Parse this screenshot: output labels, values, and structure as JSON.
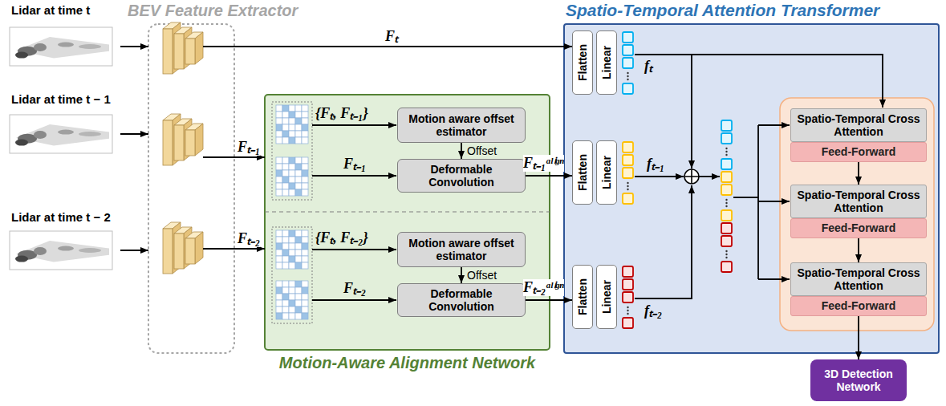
{
  "diagram": {
    "nodes": [
      {
        "text": [
          "Lidar at time t"
        ]
      },
      {
        "text": [
          "Lidar at time t − 1"
        ]
      },
      {
        "text": [
          "Lidar at time t − 2"
        ]
      },
      {
        "text": [
          "BEV Feature Extractor"
        ]
      },
      {
        "text": [
          "Motion-Aware Alignment Network"
        ]
      },
      {
        "text": [
          "Motion aware offset estimator"
        ],
        "in": 4
      },
      {
        "text": [
          "Deformable Convolution"
        ],
        "in": 4
      },
      {
        "text": [
          "Motion aware offset estimator"
        ],
        "in": 4
      },
      {
        "text": [
          "Deformable Convolution"
        ],
        "in": 4
      },
      {
        "text": [
          "Spatio-Temporal Attention Transformer"
        ]
      },
      {
        "text": [
          "Flatten"
        ],
        "in": 9
      },
      {
        "text": [
          "Linear"
        ],
        "in": 9
      },
      {
        "text": [
          "Flatten"
        ],
        "in": 9
      },
      {
        "text": [
          "Linear"
        ],
        "in": 9
      },
      {
        "text": [
          "Flatten"
        ],
        "in": 9
      },
      {
        "text": [
          "Linear"
        ],
        "in": 9
      },
      {
        "text": [
          "Spatio-Temporal Cross Attention"
        ],
        "in": 9
      },
      {
        "text": [
          "Feed-Forward"
        ],
        "in": 9
      },
      {
        "text": [
          "Spatio-Temporal Cross Attention"
        ],
        "in": 9
      },
      {
        "text": [
          "Feed-Forward"
        ],
        "in": 9
      },
      {
        "text": [
          "Spatio-Temporal Cross Attention"
        ],
        "in": 9
      },
      {
        "text": [
          "Feed-Forward"
        ],
        "in": 9
      },
      {
        "text": [
          "3D Detection Network"
        ]
      }
    ],
    "edges": [
      {
        "from": 0,
        "to": 3,
        "arrow": "to"
      },
      {
        "from": 1,
        "to": 3,
        "arrow": "to"
      },
      {
        "from": 2,
        "to": 3,
        "arrow": "to"
      },
      {
        "from": 3,
        "to": 10,
        "label": "Fₜ",
        "arrow": "to"
      },
      {
        "from": 3,
        "to": 4,
        "label": "Fₜ₋₁",
        "arrow": "to"
      },
      {
        "from": 3,
        "to": 4,
        "label": "Fₜ₋₂",
        "arrow": "to"
      },
      {
        "from": 5,
        "to": 6,
        "label": "Offset",
        "arrow": "to"
      },
      {
        "from": 7,
        "to": 8,
        "label": "Offset",
        "arrow": "to"
      },
      {
        "from": 6,
        "to": 12,
        "label": "Fₜ₋₁ᵃˡⁱᵍⁿ",
        "arrow": "to"
      },
      {
        "from": 8,
        "to": 14,
        "label": "Fₜ₋₂ᵃˡⁱᵍⁿ",
        "arrow": "to"
      },
      {
        "from": 17,
        "to": 18,
        "arrow": "to"
      },
      {
        "from": 19,
        "to": 20,
        "arrow": "to"
      },
      {
        "from": 21,
        "to": 22,
        "arrow": "to"
      }
    ],
    "labels": [
      "{Fₜ, Fₜ₋₁}",
      "Fₜ₋₁",
      "{Fₜ, Fₜ₋₂}",
      "Fₜ₋₂",
      "fₜ",
      "fₜ₋₁",
      "fₜ₋₂"
    ]
  }
}
